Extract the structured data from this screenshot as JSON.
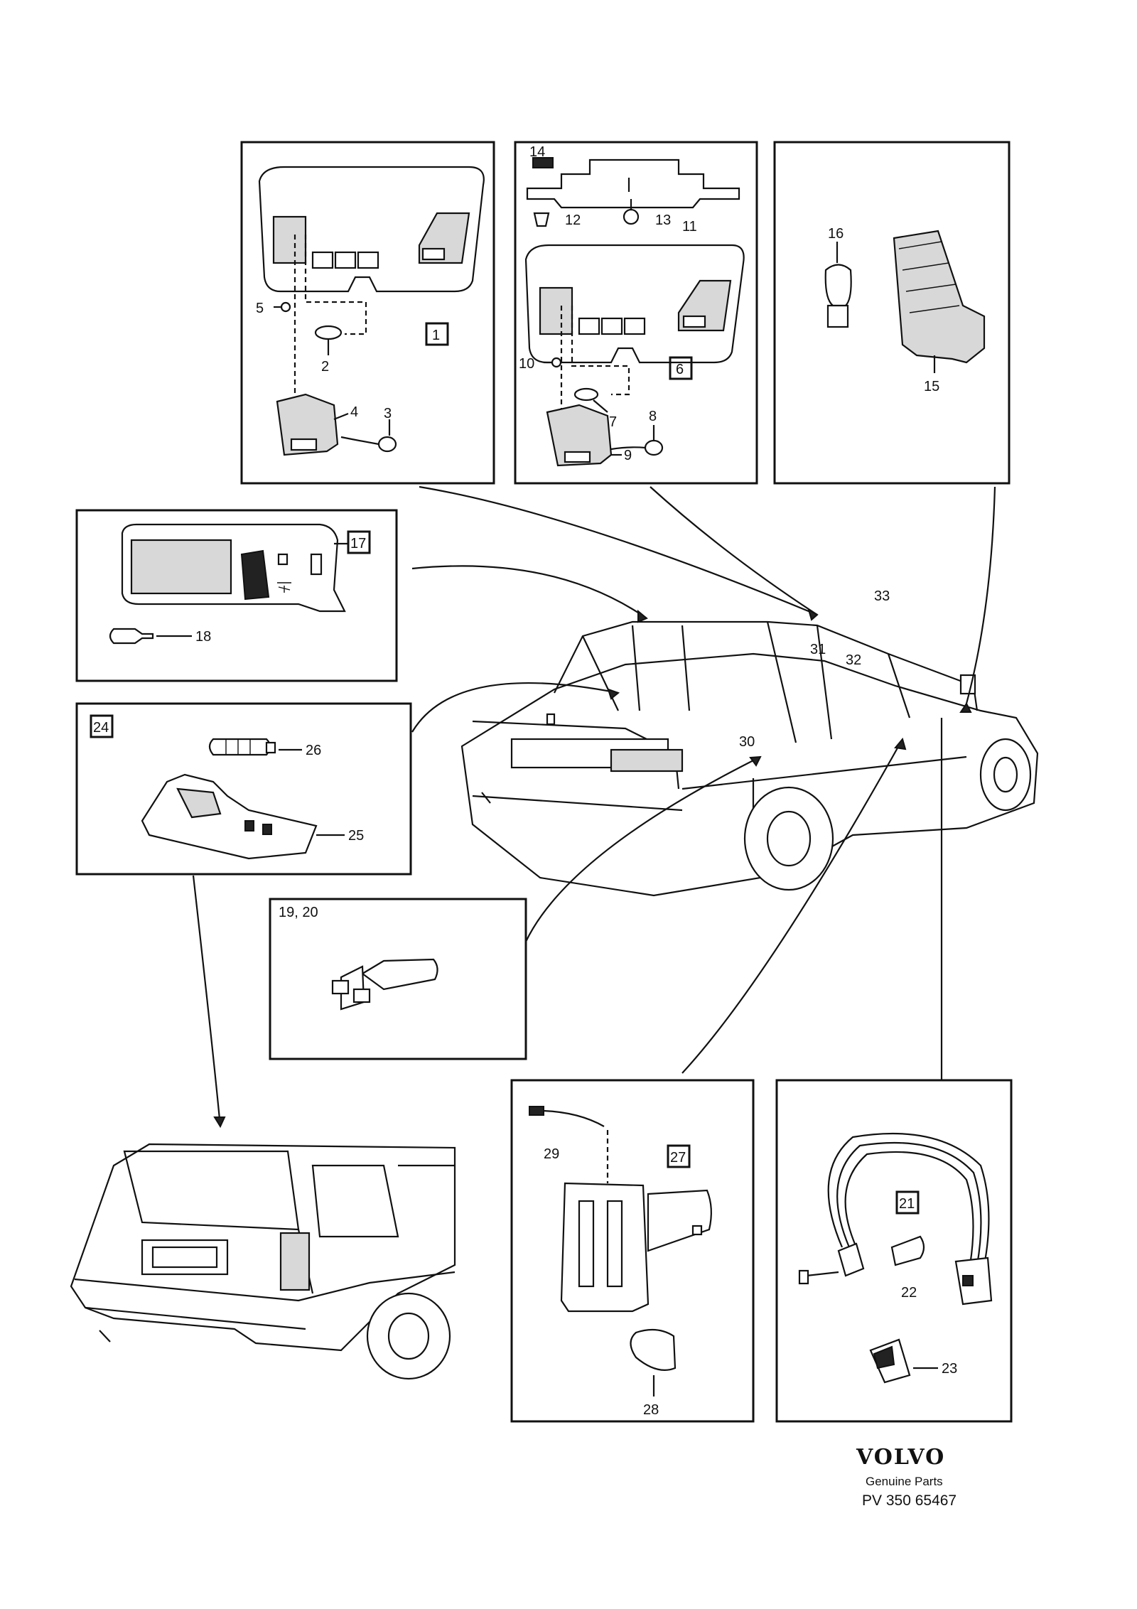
{
  "callouts": {
    "c1": "1",
    "c2": "2",
    "c3": "3",
    "c4": "4",
    "c5": "5",
    "c6": "6",
    "c7": "7",
    "c8": "8",
    "c9": "9",
    "c10": "10",
    "c11": "11",
    "c12": "12",
    "c13": "13",
    "c14": "14",
    "c15": "15",
    "c16": "16",
    "c17": "17",
    "c18": "18",
    "c19_20": "19, 20",
    "c21": "21",
    "c22": "22",
    "c23": "23",
    "c24": "24",
    "c25": "25",
    "c26": "26",
    "c27": "27",
    "c28": "28",
    "c29": "29",
    "c30": "30",
    "c31": "31",
    "c32": "32",
    "c33": "33"
  },
  "footer": {
    "brand": "VOLVO",
    "subtitle": "Genuine Parts",
    "part_number": "PV 350 65467"
  },
  "colors": {
    "line": "#111111",
    "background": "#ffffff",
    "shade": "#d8d8d8"
  }
}
